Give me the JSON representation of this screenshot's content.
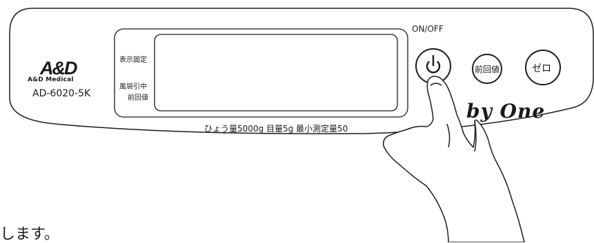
{
  "brand": {
    "logo_text": "A&D",
    "name": "A&D Medical"
  },
  "model": "AD-6020-5K",
  "display": {
    "hold_label": "表示固定",
    "bag_tare_label": "風袋引中",
    "previous_label": "前回値"
  },
  "controls": {
    "power_label": "ON/OFF",
    "previous_value_button": "前回値",
    "zero_button": "ゼロ"
  },
  "series_name": "by One",
  "specs": "ひょう量5000g  目量5g  最小測定量50",
  "caption": "します。",
  "colors": {
    "outline": "#1a1a1a",
    "background": "#ffffff"
  }
}
